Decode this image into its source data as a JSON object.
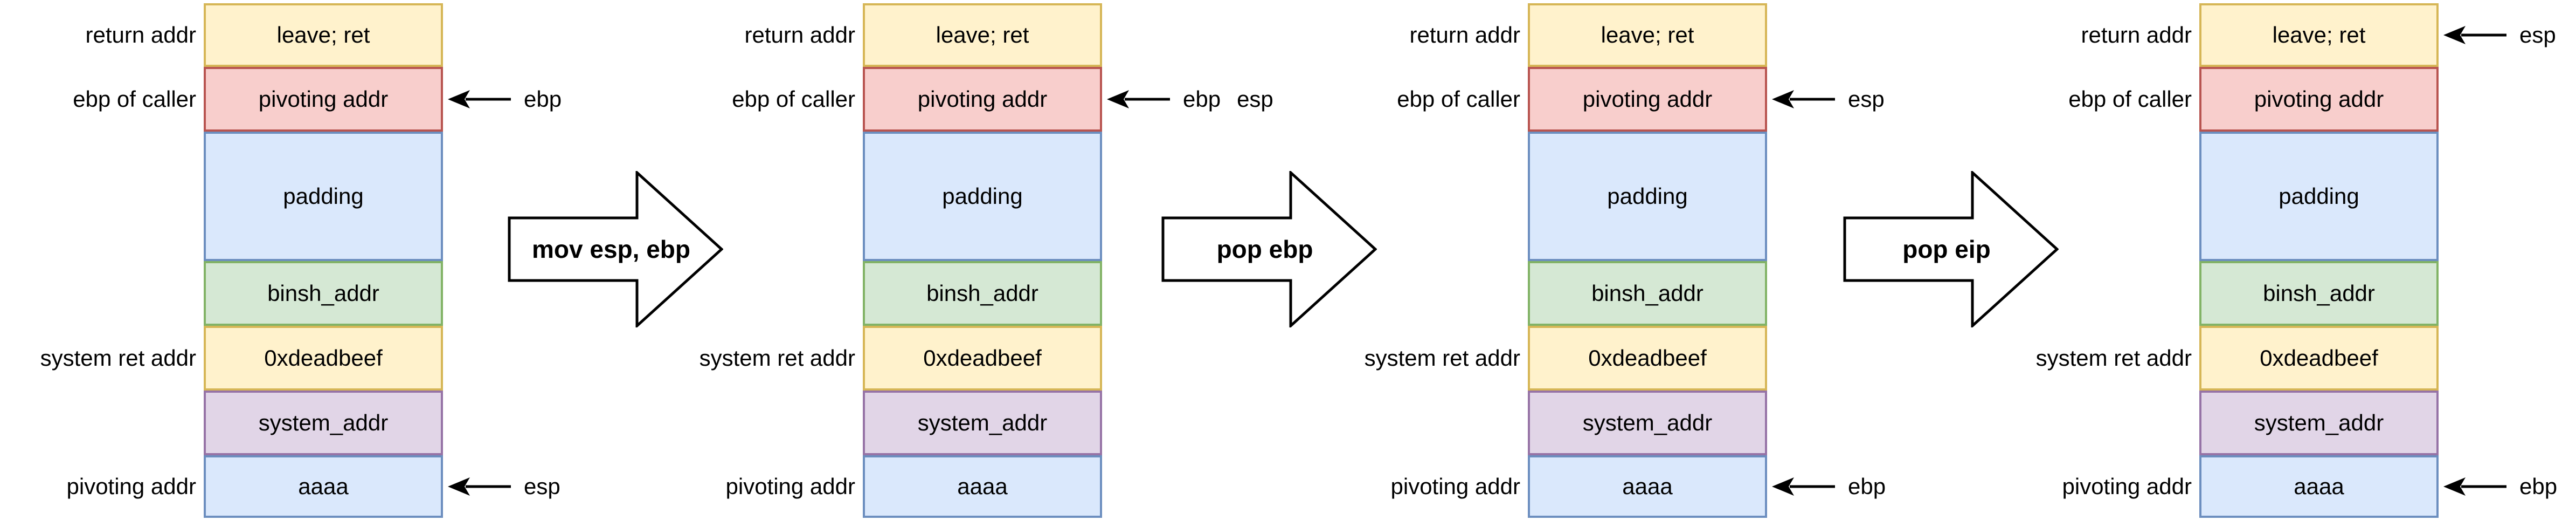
{
  "colors": {
    "yellow": {
      "fill": "#fff2cc",
      "stroke": "#d6b656"
    },
    "red": {
      "fill": "#f8cecc",
      "stroke": "#b85450"
    },
    "blue": {
      "fill": "#dae8fc",
      "stroke": "#6c8ebf"
    },
    "green": {
      "fill": "#d5e8d4",
      "stroke": "#82b366"
    },
    "purple": {
      "fill": "#e1d5e7",
      "stroke": "#9673a6"
    },
    "arrow_fill": "#ffffff",
    "arrow_stroke": "#000000",
    "text": "#000000"
  },
  "stacks": [
    {
      "rows": [
        {
          "text": "leave; ret",
          "color": "yellow",
          "left_label": "return addr",
          "pointers": []
        },
        {
          "text": "pivoting addr",
          "color": "red",
          "left_label": "ebp of caller",
          "pointers": [
            "ebp"
          ]
        },
        {
          "text": "padding",
          "color": "blue",
          "left_label": "",
          "pointers": []
        },
        {
          "text": "binsh_addr",
          "color": "green",
          "left_label": "",
          "pointers": []
        },
        {
          "text": "0xdeadbeef",
          "color": "yellow",
          "left_label": "system ret addr",
          "pointers": []
        },
        {
          "text": "system_addr",
          "color": "purple",
          "left_label": "",
          "pointers": []
        },
        {
          "text": "aaaa",
          "color": "blue",
          "left_label": "pivoting addr",
          "pointers": [
            "esp"
          ]
        }
      ]
    },
    {
      "rows": [
        {
          "text": "leave; ret",
          "color": "yellow",
          "left_label": "return addr",
          "pointers": []
        },
        {
          "text": "pivoting addr",
          "color": "red",
          "left_label": "ebp of caller",
          "pointers": [
            "ebp",
            "esp"
          ]
        },
        {
          "text": "padding",
          "color": "blue",
          "left_label": "",
          "pointers": []
        },
        {
          "text": "binsh_addr",
          "color": "green",
          "left_label": "",
          "pointers": []
        },
        {
          "text": "0xdeadbeef",
          "color": "yellow",
          "left_label": "system ret addr",
          "pointers": []
        },
        {
          "text": "system_addr",
          "color": "purple",
          "left_label": "",
          "pointers": []
        },
        {
          "text": "aaaa",
          "color": "blue",
          "left_label": "pivoting addr",
          "pointers": []
        }
      ]
    },
    {
      "rows": [
        {
          "text": "leave; ret",
          "color": "yellow",
          "left_label": "return addr",
          "pointers": []
        },
        {
          "text": "pivoting addr",
          "color": "red",
          "left_label": "ebp of caller",
          "pointers": [
            "esp"
          ]
        },
        {
          "text": "padding",
          "color": "blue",
          "left_label": "",
          "pointers": []
        },
        {
          "text": "binsh_addr",
          "color": "green",
          "left_label": "",
          "pointers": []
        },
        {
          "text": "0xdeadbeef",
          "color": "yellow",
          "left_label": "system ret addr",
          "pointers": []
        },
        {
          "text": "system_addr",
          "color": "purple",
          "left_label": "",
          "pointers": []
        },
        {
          "text": "aaaa",
          "color": "blue",
          "left_label": "pivoting addr",
          "pointers": [
            "ebp"
          ]
        }
      ]
    },
    {
      "rows": [
        {
          "text": "leave; ret",
          "color": "yellow",
          "left_label": "return addr",
          "pointers": [
            "esp"
          ]
        },
        {
          "text": "pivoting addr",
          "color": "red",
          "left_label": "ebp of caller",
          "pointers": []
        },
        {
          "text": "padding",
          "color": "blue",
          "left_label": "",
          "pointers": []
        },
        {
          "text": "binsh_addr",
          "color": "green",
          "left_label": "",
          "pointers": []
        },
        {
          "text": "0xdeadbeef",
          "color": "yellow",
          "left_label": "system ret addr",
          "pointers": []
        },
        {
          "text": "system_addr",
          "color": "purple",
          "left_label": "",
          "pointers": []
        },
        {
          "text": "aaaa",
          "color": "blue",
          "left_label": "pivoting addr",
          "pointers": [
            "ebp"
          ]
        }
      ]
    }
  ],
  "transition_arrows": [
    {
      "label": "mov esp, ebp"
    },
    {
      "label": "pop ebp"
    },
    {
      "label": "pop eip"
    }
  ]
}
